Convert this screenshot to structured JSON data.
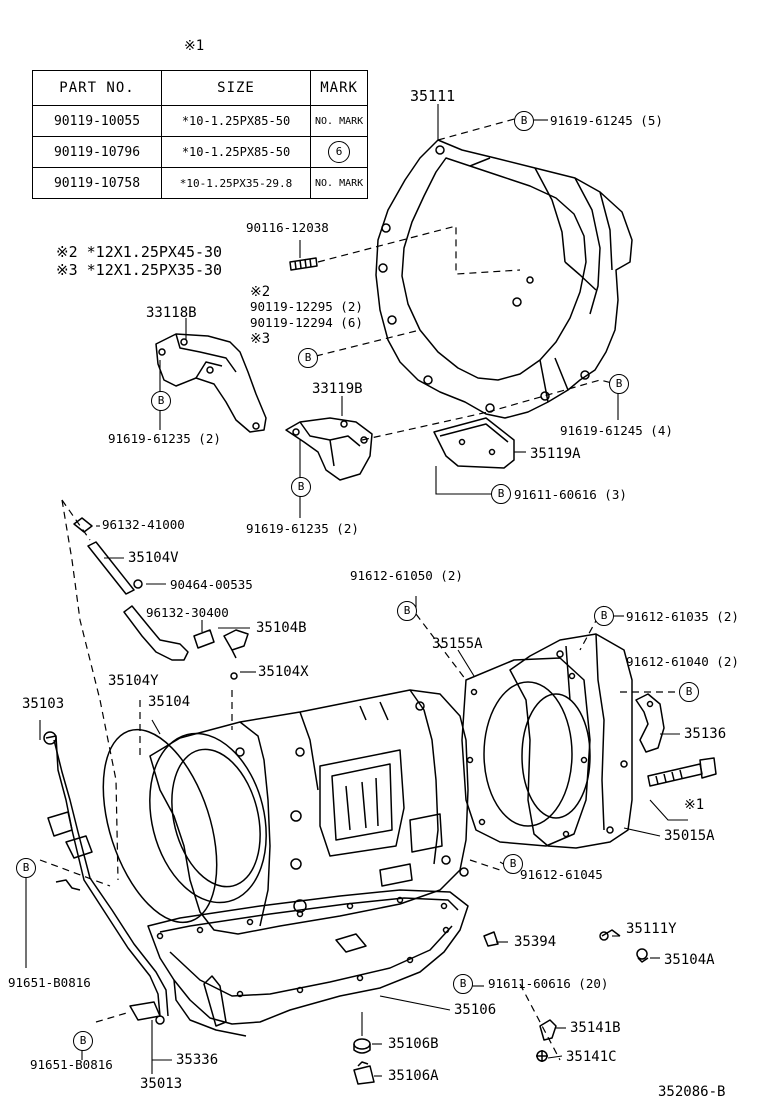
{
  "table": {
    "note_mark": "※1",
    "headers": [
      "PART NO.",
      "SIZE",
      "MARK"
    ],
    "rows": [
      {
        "part": "90119-10055",
        "size": "*10-1.25PX85-50",
        "mark": "NO. MARK"
      },
      {
        "part": "90119-10796",
        "size": "*10-1.25PX85-50",
        "mark": "6"
      },
      {
        "part": "90119-10758",
        "size": "*10-1.25PX35-29.8",
        "mark": "NO. MARK"
      }
    ]
  },
  "notes": {
    "n2": "※2 *12X1.25PX45-30",
    "n3": "※3 *12X1.25PX35-30",
    "n2b": "※2",
    "n3b": "※3",
    "n1b": "※1"
  },
  "bolt_mark": "B",
  "labels": {
    "p35111": "35111",
    "p91619_61245_5": "91619-61245 (5)",
    "p90116_12038": "90116-12038",
    "p90119_12295": "90119-12295 (2)",
    "p90119_12294": "90119-12294 (6)",
    "p33118B": "33118B",
    "p91619_61235_a": "91619-61235 (2)",
    "p33119B": "33119B",
    "p91619_61245_4": "91619-61245 (4)",
    "p35119A": "35119A",
    "p91611_60616_3": "91611-60616 (3)",
    "p91619_61235_b": "91619-61235 (2)",
    "p96132_41000": "96132-41000",
    "p35104V": "35104V",
    "p90464_00535": "90464-00535",
    "p96132_30400": "96132-30400",
    "p35104B": "35104B",
    "p35104X": "35104X",
    "p91612_61050": "91612-61050 (2)",
    "p91612_61035": "91612-61035 (2)",
    "p35155A": "35155A",
    "p91612_61040": "91612-61040 (2)",
    "p35104Y": "35104Y",
    "p35104": "35104",
    "p35103": "35103",
    "p35136": "35136",
    "p35015A": "35015A",
    "p91612_61045": "91612-61045",
    "p91651_B0816_a": "91651-B0816",
    "p35111Y": "35111Y",
    "p35394": "35394",
    "p35104A": "35104A",
    "p91611_60616_20": "91611-60616 (20)",
    "p35106": "35106",
    "p35141B": "35141B",
    "p35141C": "35141C",
    "p91651_B0816_b": "91651-B0816",
    "p35336": "35336",
    "p35106B": "35106B",
    "p35013": "35013",
    "p35106A": "35106A",
    "diagram_id": "352086-B"
  }
}
